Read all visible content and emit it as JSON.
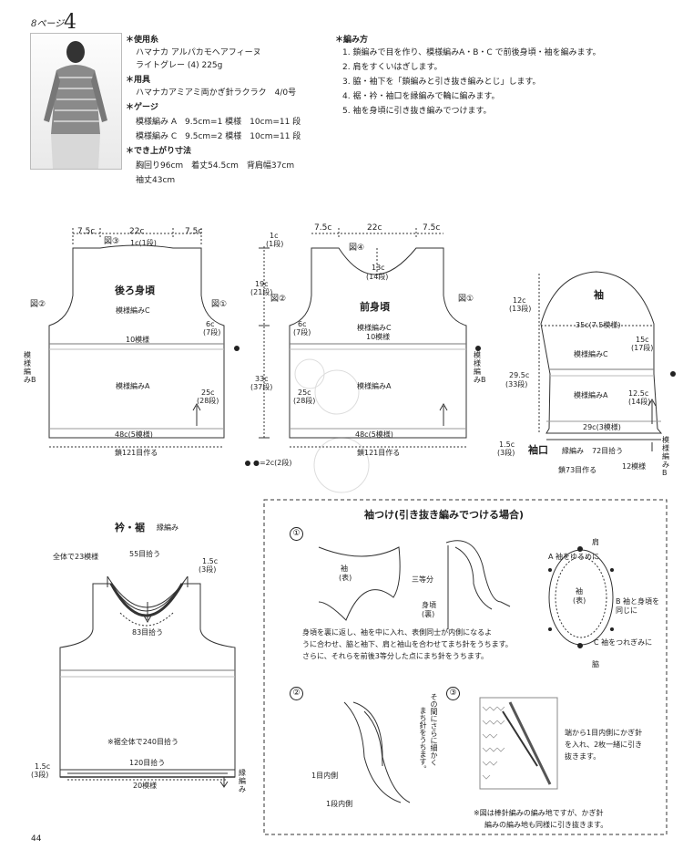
{
  "header": {
    "page_prefix": "8ページ",
    "page_num": "4"
  },
  "materials": {
    "yarn_title": "＊使用糸",
    "yarn_1": "ハマナカ アルパカモヘアフィーヌ",
    "yarn_2": "ライトグレー (4) 225g",
    "tools_title": "＊用具",
    "tools_1": "ハマナカアミアミ両かぎ針ラクラク　4/0号",
    "gauge_title": "＊ゲージ",
    "gauge_1": "模様編み A　9.5cm=1 模様　10cm=11 段",
    "gauge_2": "模様編み C　9.5cm=2 模様　10cm=11 段",
    "size_title": "＊でき上がり寸法",
    "size_1": "胸回り96cm　着丈54.5cm　背肩幅37cm",
    "size_2": "袖丈43cm"
  },
  "method": {
    "title": "＊編み方",
    "steps": [
      "1. 鎖編みで目を作り、模様編みA・B・C で前後身頃・袖を編みます。",
      "2. 肩をすくいはぎします。",
      "3. 脇・袖下を「鎖編みと引き抜き編みとじ」します。",
      "4. 裾・衿・袖口を縁編みで輪に編みます。",
      "5. 袖を身頃に引き抜き編みでつけます。"
    ]
  },
  "back": {
    "title": "後ろ身頃",
    "top_l": "7.5c",
    "top_m": "22c",
    "top_r": "7.5c",
    "fig3": "図③",
    "fig3b": "1c(1段)",
    "fig2": "図②",
    "fig1": "図①",
    "patC": "模様編みC",
    "row10": "10模様",
    "patA": "模様編みA",
    "armh": "6c",
    "armh_r": "(7段)",
    "h25": "25c",
    "h25r": "(28段)",
    "bottom": "48c(5模様)",
    "cast": "鎖121目作る",
    "patB": "模様編みB",
    "h1": "1c",
    "h1r": "(1段)",
    "h19": "19c",
    "h19r": "(21段)",
    "h33": "33c",
    "h33r": "(37段)"
  },
  "front": {
    "title": "前身頃",
    "top_l": "7.5c",
    "top_m": "22c",
    "top_r": "7.5c",
    "fig4": "図④",
    "neck": "13c",
    "neck_r": "(14段)",
    "fig2": "図②",
    "fig1": "図①",
    "armh": "6c",
    "armh_r": "(7段)",
    "patC": "模様編みC",
    "row10": "10模様",
    "h25": "25c",
    "h25r": "(28段)",
    "patA": "模様編みA",
    "bottom": "48c(5模様)",
    "cast": "鎖121目作る",
    "patB": "模様編みB",
    "note": "●=2c(2段)"
  },
  "sleeve": {
    "title": "袖",
    "cap": "12c",
    "cap_r": "(13段)",
    "width": "35c(7.5模様)",
    "patC": "模様編みC",
    "h15": "15c",
    "h15r": "(17段)",
    "h295": "29.5c",
    "h295r": "(33段)",
    "patA": "模様編みA",
    "h125": "12.5c",
    "h125r": "(14段)",
    "cuff": "29c(3模様)",
    "h15c": "1.5c",
    "h15cr": "(3段)",
    "cuff_title": "袖口",
    "edge": "縁編み",
    "pick": "72目拾う",
    "cast": "鎖73目作る",
    "rows12": "12模様",
    "patB": "模様編みB"
  },
  "collar": {
    "title": "衿・裾",
    "edge": "縁編み",
    "total": "全体で23模様",
    "pick55": "55目拾う",
    "r15": "1.5c",
    "r15r": "(3段)",
    "pick83": "83目拾う",
    "hem_total": "※裾全体で240目拾う",
    "l15": "1.5c",
    "l15r": "(3段)",
    "pick120": "120目拾う",
    "rows20": "20模様",
    "edge2": "縁編み"
  },
  "sleeve_attach": {
    "title": "袖つけ(引き抜き編みでつける場合)",
    "n1": "①",
    "sleeve_label": "袖",
    "sleeve_sub": "(表)",
    "thirds": "三等分",
    "body": "身頃",
    "body_sub": "(裏)",
    "shoulder": "肩",
    "A_note": "A 袖をゆるめに",
    "B_note": "B 袖と身頃を同じに",
    "C_note": "C 袖をつれぎみに",
    "side": "脇",
    "ring": "袖",
    "ring_sub": "(表)",
    "desc_1": "身頃を裏に返し、袖を中に入れ、表側同士が内側になるよ",
    "desc_2": "うに合わせ、脇と袖下、肩と袖山を合わせてまち針をうちます。",
    "desc_3": "さらに、それらを前後3等分した点にまち針をうちます。",
    "n2": "②",
    "vert_1": "その間にさらに細かく",
    "vert_2": "まち針をうちます。",
    "in1": "1目内側",
    "in15": "1段内側",
    "n3": "③",
    "note3_1": "端から1目内側にかぎ針",
    "note3_2": "を入れ、2枚一緒に引き",
    "note3_3": "抜きます。",
    "foot_1": "※図は棒針編みの編み地ですが、かぎ針",
    "foot_2": "編みの編み地も同様に引き抜きます。"
  },
  "footer": {
    "page": "44"
  }
}
